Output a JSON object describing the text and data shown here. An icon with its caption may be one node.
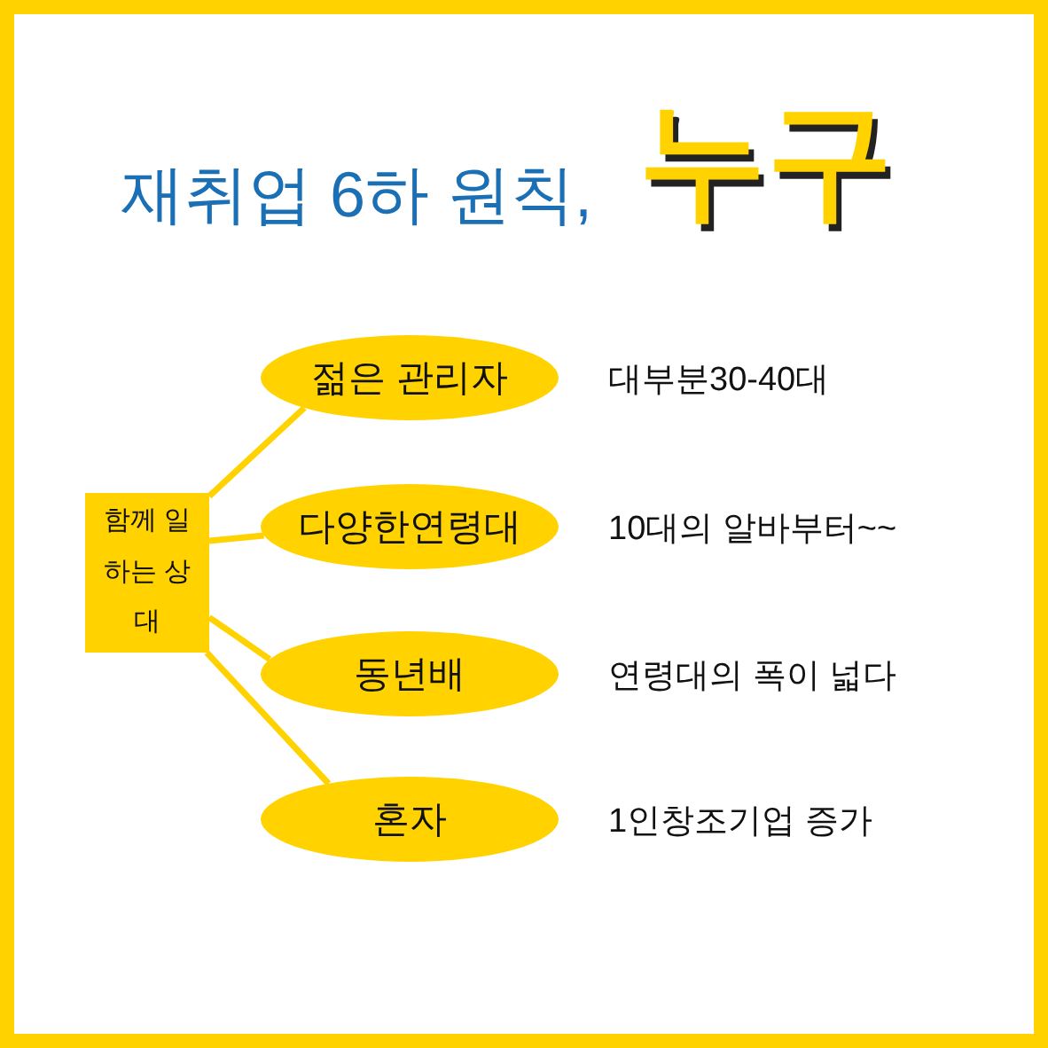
{
  "diagram": {
    "title": "재취업 6하 원칙,",
    "nodes": [
      {
        "text": [
          "함께 일하는 상대"
        ]
      },
      {
        "text": [
          "젊은 관리자"
        ],
        "beside": [
          "대부분30-40대"
        ]
      },
      {
        "text": [
          "다양한연령대"
        ],
        "beside": [
          "10대의 알바부터~~"
        ]
      },
      {
        "text": [
          "동년배"
        ],
        "beside": [
          "연령대의 폭이 넓다"
        ]
      },
      {
        "text": [
          "혼자"
        ],
        "beside": [
          "1인창조기업 증가"
        ]
      }
    ],
    "edges": [
      {
        "from": 0,
        "to": 1,
        "arrow": "none"
      },
      {
        "from": 0,
        "to": 2,
        "arrow": "none"
      },
      {
        "from": 0,
        "to": 3,
        "arrow": "none"
      },
      {
        "from": 0,
        "to": 4,
        "arrow": "none"
      }
    ],
    "labels": [
      "누구"
    ]
  }
}
